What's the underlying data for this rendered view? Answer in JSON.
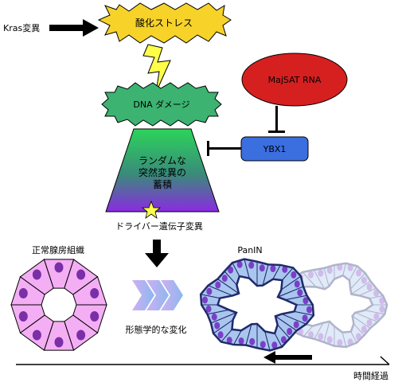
{
  "labels": {
    "kras": "Kras変異",
    "oxidative_stress": "酸化ストレス",
    "dna_damage": "DNA ダメージ",
    "majsat": "MajSAT RNA",
    "ybx1": "YBX1",
    "mutation_line1": "ランダムな",
    "mutation_line2": "突然変異の",
    "mutation_line3": "蓄積",
    "driver": "ドライバー遺伝子変異",
    "normal_tissue": "正常腺房組織",
    "morph_change": "形態学的な変化",
    "panin": "PanIN",
    "time": "時間経過"
  },
  "colors": {
    "stress_fill": "#f7d32a",
    "lightning": "#ffff4a",
    "dna_fill": "#3cb371",
    "majsat_fill": "#d62020",
    "ybx1_fill": "#3b6fe0",
    "trap_top": "#2bd45a",
    "trap_bottom": "#8a2be2",
    "acinar_outer": "#f4aef4",
    "acinar_nucleus": "#7a2fa8",
    "panin_fill": "#a9c6ee",
    "panin_border": "#1f2a6b",
    "chevron": "#8fa8e8"
  }
}
